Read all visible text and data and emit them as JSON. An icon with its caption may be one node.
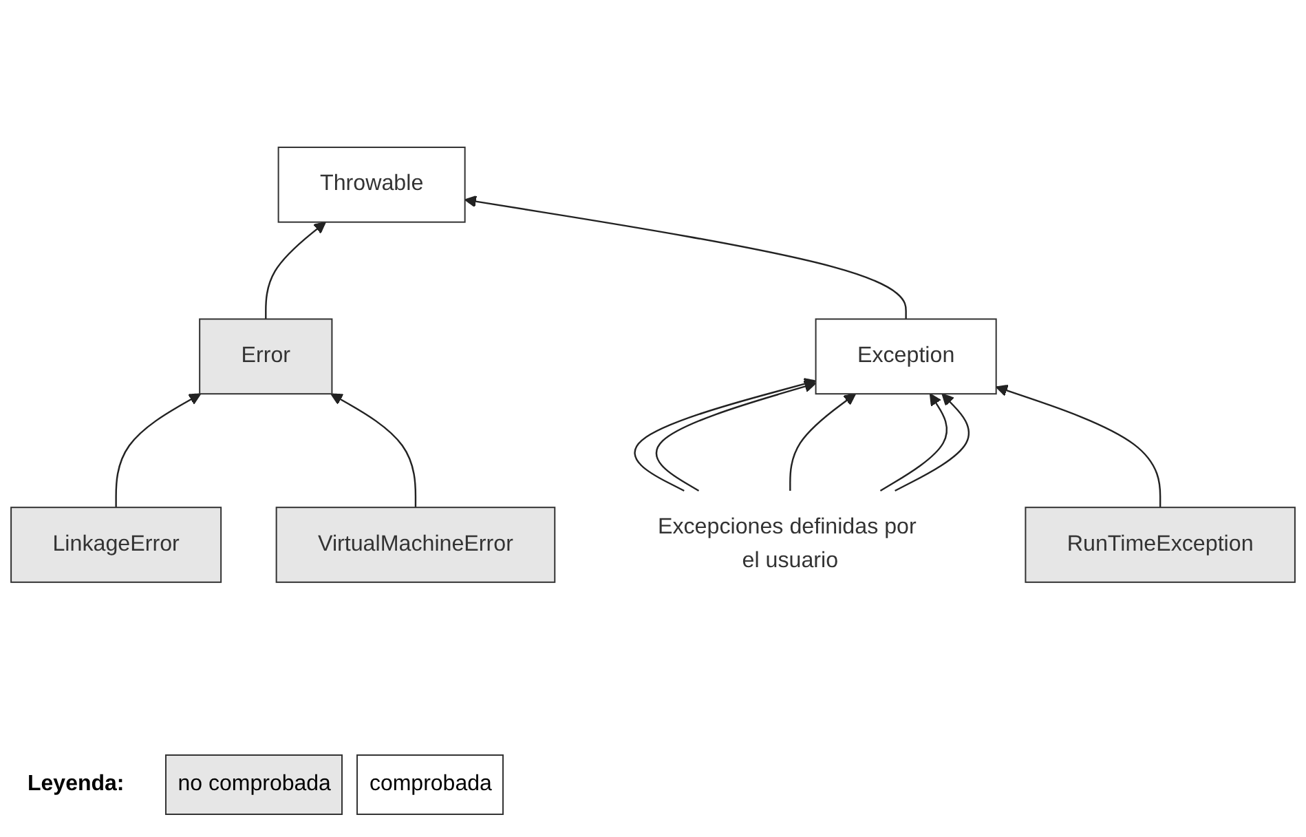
{
  "diagram": {
    "nodes": [
      {
        "text": [
          "Throwable"
        ]
      },
      {
        "text": [
          "Error"
        ]
      },
      {
        "text": [
          "Exception"
        ]
      },
      {
        "text": [
          "LinkageError"
        ]
      },
      {
        "text": [
          "VirtualMachineError"
        ]
      },
      {
        "text": [
          "Excepciones definidas por el usuario"
        ]
      },
      {
        "text": [
          "RunTimeException"
        ]
      }
    ],
    "edges": [
      {
        "from": 1,
        "to": 0,
        "arrow": "to"
      },
      {
        "from": 2,
        "to": 0,
        "arrow": "to"
      },
      {
        "from": 3,
        "to": 1,
        "arrow": "to"
      },
      {
        "from": 4,
        "to": 1,
        "arrow": "to"
      },
      {
        "from": 5,
        "to": 2,
        "arrow": "to"
      },
      {
        "from": 5,
        "to": 2,
        "arrow": "to"
      },
      {
        "from": 5,
        "to": 2,
        "arrow": "to"
      },
      {
        "from": 5,
        "to": 2,
        "arrow": "to"
      },
      {
        "from": 5,
        "to": 2,
        "arrow": "to"
      },
      {
        "from": 6,
        "to": 2,
        "arrow": "to"
      }
    ],
    "labels": [
      "Leyenda:"
    ],
    "legend": [
      {
        "text": "no comprobada",
        "color": "#e6e6e6"
      },
      {
        "text": "comprobada",
        "color": "#ffffff"
      }
    ]
  }
}
